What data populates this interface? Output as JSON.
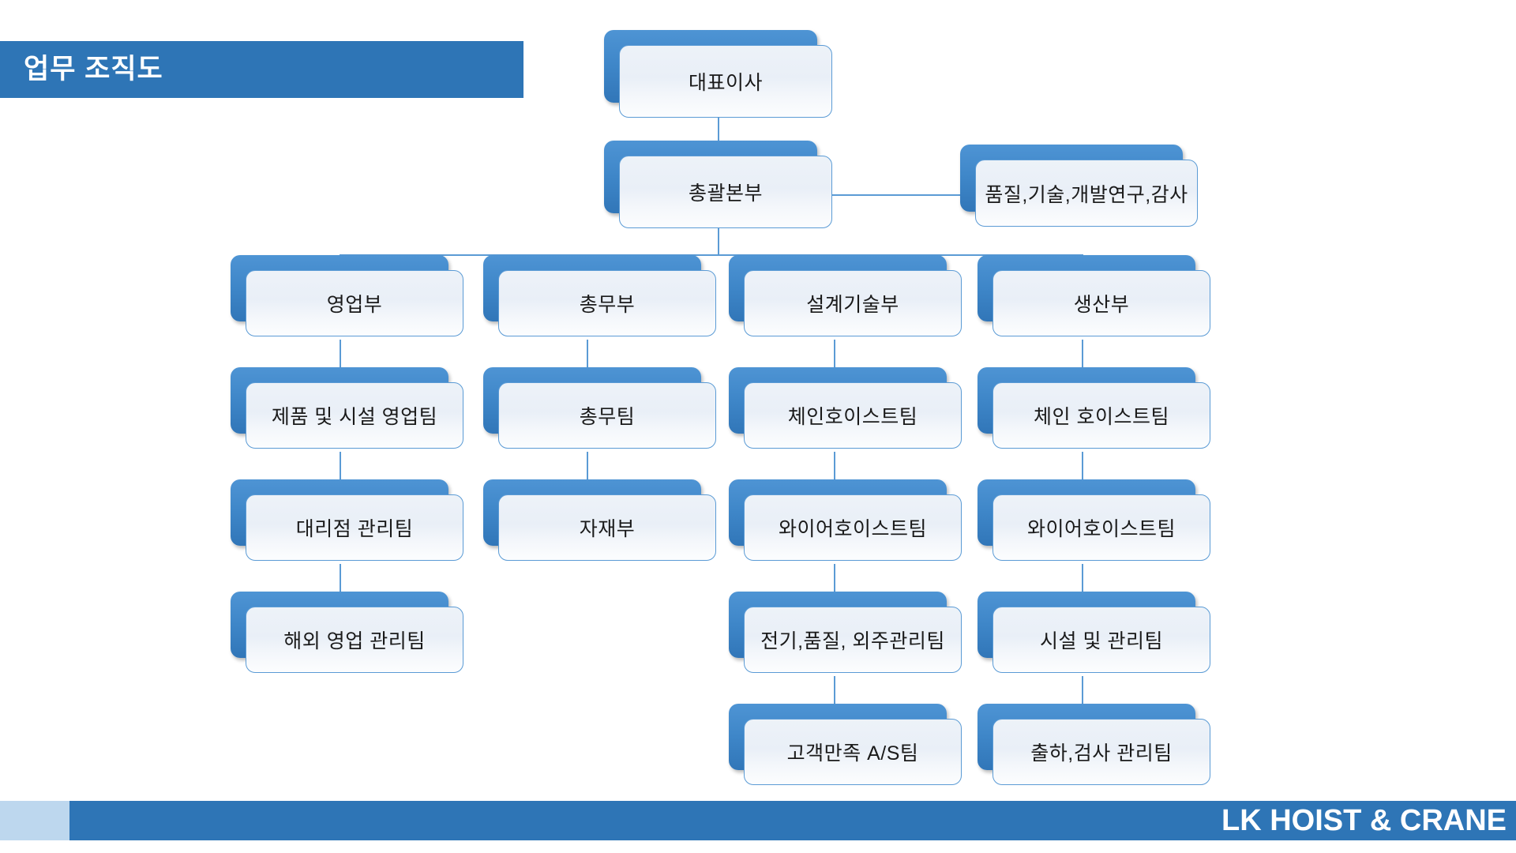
{
  "slide": {
    "title": "업무 조직도",
    "footer_brand": "LK HOIST & CRANE",
    "accent_color": "#2E75B6",
    "box_accent_color": "#5B9BD5",
    "footer_light_color": "#BDD7EE"
  },
  "chart_data": {
    "type": "diagram",
    "title": "업무 조직도",
    "nodes": [
      {
        "id": "ceo",
        "label": "대표이사",
        "level": 0,
        "column": "center"
      },
      {
        "id": "hq",
        "label": "총괄본부",
        "level": 1,
        "column": "center"
      },
      {
        "id": "staff",
        "label": "품질,기술,개발연구,감사",
        "level": 1,
        "column": "right-side"
      },
      {
        "id": "sales",
        "label": "영업부",
        "level": 2,
        "column": 1
      },
      {
        "id": "admin",
        "label": "총무부",
        "level": 2,
        "column": 2
      },
      {
        "id": "design",
        "label": "설계기술부",
        "level": 2,
        "column": 3
      },
      {
        "id": "production",
        "label": "생산부",
        "level": 2,
        "column": 4
      },
      {
        "id": "sales-t1",
        "label": "제품 및 시설 영업팀",
        "level": 3,
        "column": 1
      },
      {
        "id": "admin-t1",
        "label": "총무팀",
        "level": 3,
        "column": 2
      },
      {
        "id": "design-t1",
        "label": "체인호이스트팀",
        "level": 3,
        "column": 3
      },
      {
        "id": "prod-t1",
        "label": "체인 호이스트팀",
        "level": 3,
        "column": 4
      },
      {
        "id": "sales-t2",
        "label": "대리점 관리팀",
        "level": 4,
        "column": 1
      },
      {
        "id": "admin-t2",
        "label": "자재부",
        "level": 4,
        "column": 2
      },
      {
        "id": "design-t2",
        "label": "와이어호이스트팀",
        "level": 4,
        "column": 3
      },
      {
        "id": "prod-t2",
        "label": "와이어호이스트팀",
        "level": 4,
        "column": 4
      },
      {
        "id": "sales-t3",
        "label": "해외 영업 관리팀",
        "level": 5,
        "column": 1
      },
      {
        "id": "design-t3",
        "label": "전기,품질, 외주관리팀",
        "level": 5,
        "column": 3
      },
      {
        "id": "prod-t3",
        "label": "시설 및 관리팀",
        "level": 5,
        "column": 4
      },
      {
        "id": "design-t4",
        "label": "고객만족 A/S팀",
        "level": 6,
        "column": 3
      },
      {
        "id": "prod-t4",
        "label": "출하,검사 관리팀",
        "level": 6,
        "column": 4
      }
    ],
    "edges": [
      {
        "from": "ceo",
        "to": "hq"
      },
      {
        "from": "hq",
        "to": "staff"
      },
      {
        "from": "hq",
        "to": "sales"
      },
      {
        "from": "hq",
        "to": "admin"
      },
      {
        "from": "hq",
        "to": "design"
      },
      {
        "from": "hq",
        "to": "production"
      },
      {
        "from": "sales",
        "to": "sales-t1"
      },
      {
        "from": "sales-t1",
        "to": "sales-t2"
      },
      {
        "from": "sales-t2",
        "to": "sales-t3"
      },
      {
        "from": "admin",
        "to": "admin-t1"
      },
      {
        "from": "admin-t1",
        "to": "admin-t2"
      },
      {
        "from": "design",
        "to": "design-t1"
      },
      {
        "from": "design-t1",
        "to": "design-t2"
      },
      {
        "from": "design-t2",
        "to": "design-t3"
      },
      {
        "from": "design-t3",
        "to": "design-t4"
      },
      {
        "from": "production",
        "to": "prod-t1"
      },
      {
        "from": "prod-t1",
        "to": "prod-t2"
      },
      {
        "from": "prod-t2",
        "to": "prod-t3"
      },
      {
        "from": "prod-t3",
        "to": "prod-t4"
      }
    ]
  }
}
